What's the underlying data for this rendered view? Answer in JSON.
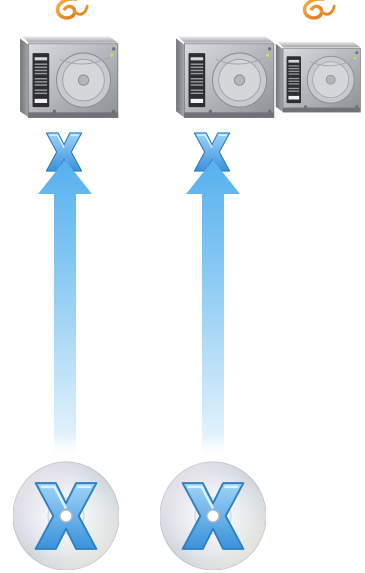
{
  "scene": {
    "description_free": true,
    "flows": [
      {
        "source": "disc",
        "target": "single-drive"
      },
      {
        "source": "disc",
        "target": "two-drives"
      }
    ]
  },
  "icons": {
    "swirl": "orange-swirl-icon",
    "drive": "hard-drive-icon",
    "disc": "optical-disc-icon",
    "x_mark": "blue-x-mark-icon",
    "arrow": "up-arrow-icon"
  },
  "colors": {
    "accent_blue": "#3a9ee6",
    "arrow_light": "#dff0fb",
    "arrow_dark": "#5fb6f0",
    "swirl_orange": "#f0901e",
    "drive_metal": "#b9bcc0",
    "disc_silver": "#e9eaee",
    "background": "#ffffff"
  }
}
